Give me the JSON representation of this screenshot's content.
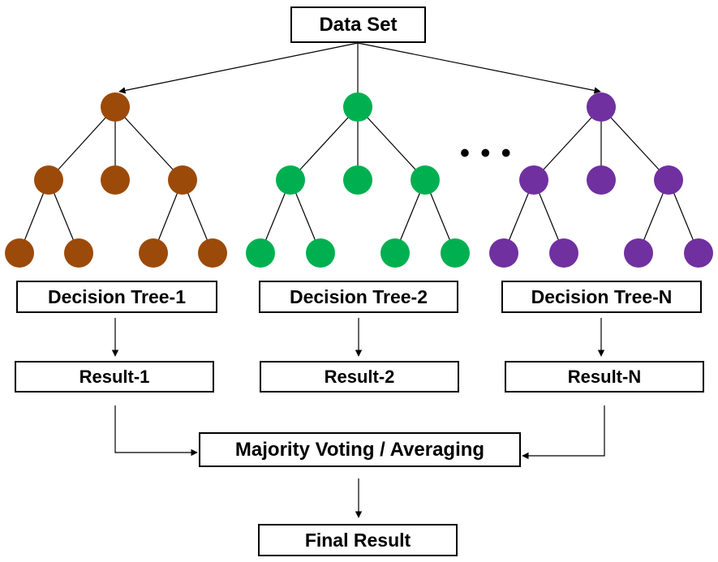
{
  "data_set_label": "Data Set",
  "ellipsis": "• • •",
  "trees": [
    {
      "label": "Decision Tree-1",
      "result": "Result-1",
      "color": "#9c4a09"
    },
    {
      "label": "Decision Tree-2",
      "result": "Result-2",
      "color": "#00b050"
    },
    {
      "label": "Decision Tree-N",
      "result": "Result-N",
      "color": "#7030a0"
    }
  ],
  "aggregation_label": "Majority Voting / Averaging",
  "final_label": "Final Result"
}
